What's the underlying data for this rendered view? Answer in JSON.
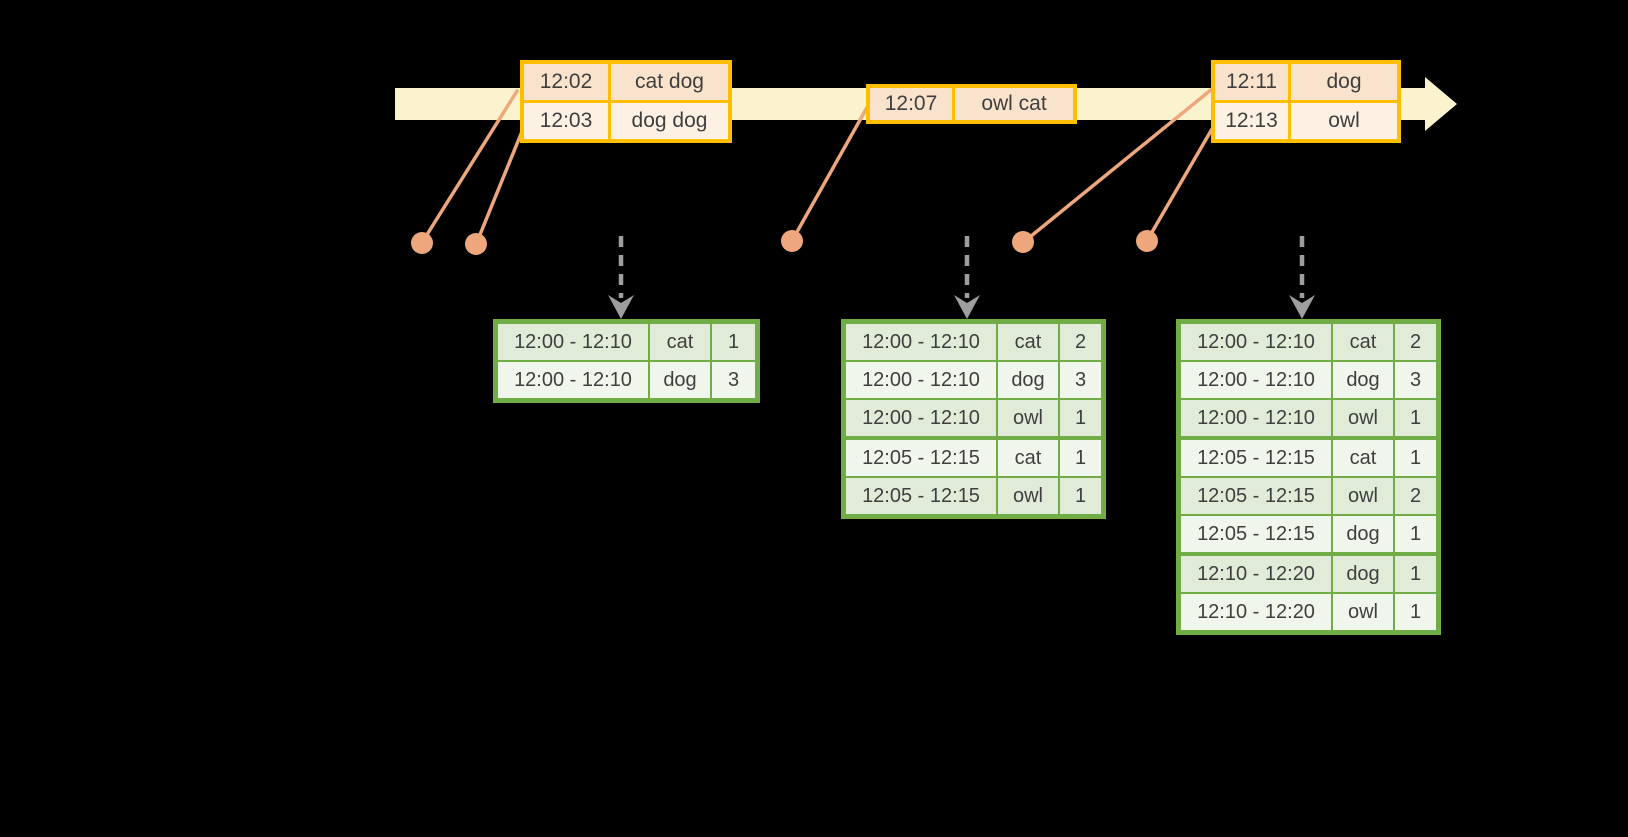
{
  "events": [
    {
      "time": "12:02",
      "words": "cat dog"
    },
    {
      "time": "12:03",
      "words": "dog dog"
    },
    {
      "time": "12:07",
      "words": "owl cat"
    },
    {
      "time": "12:11",
      "words": "dog"
    },
    {
      "time": "12:13",
      "words": "owl"
    }
  ],
  "result_tables": [
    {
      "rows": [
        {
          "window": "12:00 - 12:10",
          "word": "cat",
          "count": "1"
        },
        {
          "window": "12:00 - 12:10",
          "word": "dog",
          "count": "3"
        }
      ]
    },
    {
      "rows": [
        {
          "window": "12:00 - 12:10",
          "word": "cat",
          "count": "2"
        },
        {
          "window": "12:00 - 12:10",
          "word": "dog",
          "count": "3"
        },
        {
          "window": "12:00 - 12:10",
          "word": "owl",
          "count": "1"
        },
        {
          "window": "12:05 - 12:15",
          "word": "cat",
          "count": "1"
        },
        {
          "window": "12:05 - 12:15",
          "word": "owl",
          "count": "1"
        }
      ]
    },
    {
      "rows": [
        {
          "window": "12:00 - 12:10",
          "word": "cat",
          "count": "2"
        },
        {
          "window": "12:00 - 12:10",
          "word": "dog",
          "count": "3"
        },
        {
          "window": "12:00 - 12:10",
          "word": "owl",
          "count": "1"
        },
        {
          "window": "12:05 - 12:15",
          "word": "cat",
          "count": "1"
        },
        {
          "window": "12:05 - 12:15",
          "word": "owl",
          "count": "2"
        },
        {
          "window": "12:05 - 12:15",
          "word": "dog",
          "count": "1"
        },
        {
          "window": "12:10 - 12:20",
          "word": "dog",
          "count": "1"
        },
        {
          "window": "12:10 - 12:20",
          "word": "owl",
          "count": "1"
        }
      ]
    }
  ],
  "colors": {
    "background": "#000000",
    "timeline_band": "#FBF2CE",
    "event_border": "#FFBF00",
    "event_fill_peach": "#FAE3CC",
    "event_fill_cream": "#FCF1E3",
    "connector_orange": "#EEA77C",
    "table_border_green": "#70AD47",
    "row_fill_dark": "#E1ECD8",
    "row_fill_light": "#F1F6EC",
    "trigger_arrow_gray": "#9E9E9E",
    "text": "#3F3F3F"
  }
}
